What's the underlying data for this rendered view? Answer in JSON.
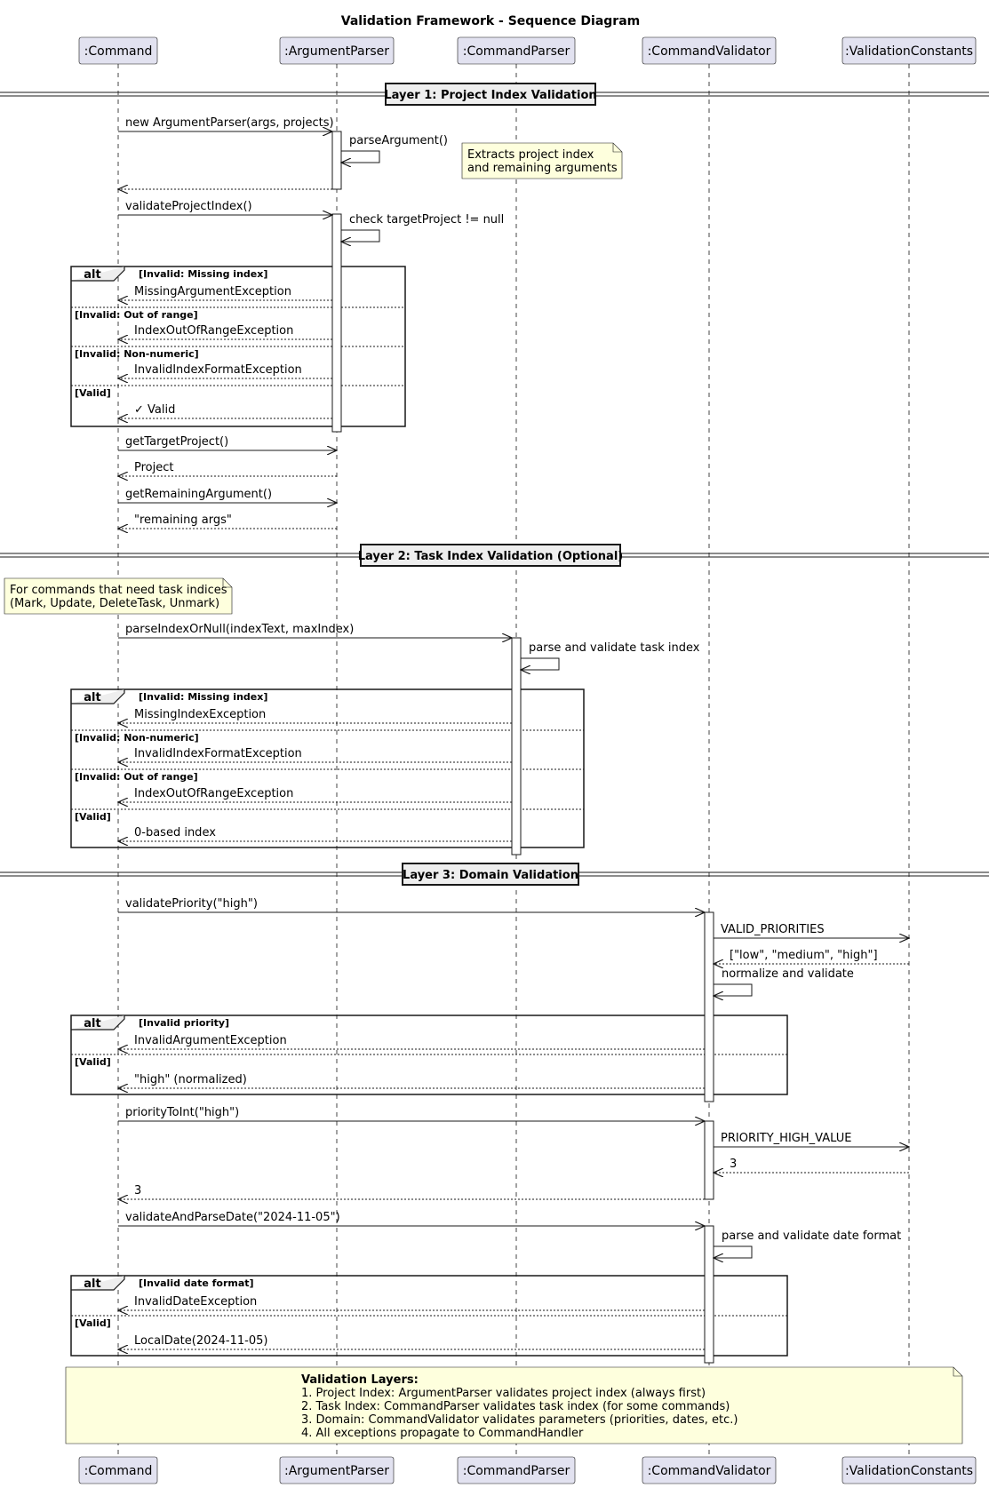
{
  "title": "Validation Framework - Sequence Diagram",
  "participants": [
    {
      "id": "cmd",
      "label": ":Command"
    },
    {
      "id": "ap",
      "label": ":ArgumentParser"
    },
    {
      "id": "cp",
      "label": ":CommandParser"
    },
    {
      "id": "cv",
      "label": ":CommandValidator"
    },
    {
      "id": "vc",
      "label": ":ValidationConstants"
    }
  ],
  "dividers": [
    {
      "id": "layer1",
      "label": "Layer 1: Project Index Validation"
    },
    {
      "id": "layer2",
      "label": "Layer 2: Task Index Validation (Optional)"
    },
    {
      "id": "layer3",
      "label": "Layer 3: Domain Validation"
    }
  ],
  "messages": [
    {
      "id": "m1",
      "label": "new ArgumentParser(args, projects)"
    },
    {
      "id": "m2",
      "label": "parseArgument()"
    },
    {
      "id": "m3",
      "label": ""
    },
    {
      "id": "m4",
      "label": "validateProjectIndex()"
    },
    {
      "id": "m5",
      "label": "check targetProject != null"
    },
    {
      "id": "m6",
      "label": "MissingArgumentException"
    },
    {
      "id": "m7",
      "label": "IndexOutOfRangeException"
    },
    {
      "id": "m8",
      "label": "InvalidIndexFormatException"
    },
    {
      "id": "m9",
      "label": "✓ Valid"
    },
    {
      "id": "m10",
      "label": "getTargetProject()"
    },
    {
      "id": "m11",
      "label": "Project"
    },
    {
      "id": "m12",
      "label": "getRemainingArgument()"
    },
    {
      "id": "m13",
      "label": "\"remaining args\""
    },
    {
      "id": "m14",
      "label": "parseIndexOrNull(indexText, maxIndex)"
    },
    {
      "id": "m15",
      "label": "parse and validate task index"
    },
    {
      "id": "m16",
      "label": "MissingIndexException"
    },
    {
      "id": "m17",
      "label": "InvalidIndexFormatException"
    },
    {
      "id": "m18",
      "label": "IndexOutOfRangeException"
    },
    {
      "id": "m19",
      "label": "0-based index"
    },
    {
      "id": "m20",
      "label": "validatePriority(\"high\")"
    },
    {
      "id": "m21",
      "label": "VALID_PRIORITIES"
    },
    {
      "id": "m22",
      "label": "[\"low\", \"medium\", \"high\"]"
    },
    {
      "id": "m23",
      "label": "normalize and validate"
    },
    {
      "id": "m24",
      "label": "InvalidArgumentException"
    },
    {
      "id": "m25",
      "label": "\"high\" (normalized)"
    },
    {
      "id": "m26",
      "label": "priorityToInt(\"high\")"
    },
    {
      "id": "m27",
      "label": "PRIORITY_HIGH_VALUE"
    },
    {
      "id": "m28",
      "label": "3"
    },
    {
      "id": "m29",
      "label": "3"
    },
    {
      "id": "m30",
      "label": "validateAndParseDate(\"2024-11-05\")"
    },
    {
      "id": "m31",
      "label": "parse and validate date format"
    },
    {
      "id": "m32",
      "label": "InvalidDateException"
    },
    {
      "id": "m33",
      "label": "LocalDate(2024-11-05)"
    }
  ],
  "fragments": [
    {
      "id": "f1",
      "keyword": "alt",
      "guards": [
        "[Invalid: Missing index]",
        "[Invalid: Out of range]",
        "[Invalid: Non-numeric]",
        "[Valid]"
      ]
    },
    {
      "id": "f2",
      "keyword": "alt",
      "guards": [
        "[Invalid: Missing index]",
        "[Invalid: Non-numeric]",
        "[Invalid: Out of range]",
        "[Valid]"
      ]
    },
    {
      "id": "f3",
      "keyword": "alt",
      "guards": [
        "[Invalid priority]",
        "[Valid]"
      ]
    },
    {
      "id": "f4",
      "keyword": "alt",
      "guards": [
        "[Invalid date format]",
        "[Valid]"
      ]
    }
  ],
  "notes": [
    {
      "id": "n1",
      "lines": [
        "Extracts project index",
        "and remaining arguments"
      ]
    },
    {
      "id": "n2",
      "lines": [
        "For commands that need task indices",
        "(Mark, Update, DeleteTask, Unmark)"
      ]
    },
    {
      "id": "n3",
      "heading": "Validation Layers:",
      "lines": [
        "1. Project Index: ArgumentParser validates project index (always first)",
        "2. Task Index: CommandParser validates task index (for some commands)",
        "3. Domain: CommandValidator validates parameters (priorities, dates, etc.)",
        "4. All exceptions propagate to CommandHandler"
      ]
    }
  ],
  "colors": {
    "participant_fill": "#E2E2F0",
    "participant_stroke": "#181818",
    "note_fill": "#FEFFDD",
    "line": "#181818",
    "background": "#FFFFFF"
  }
}
